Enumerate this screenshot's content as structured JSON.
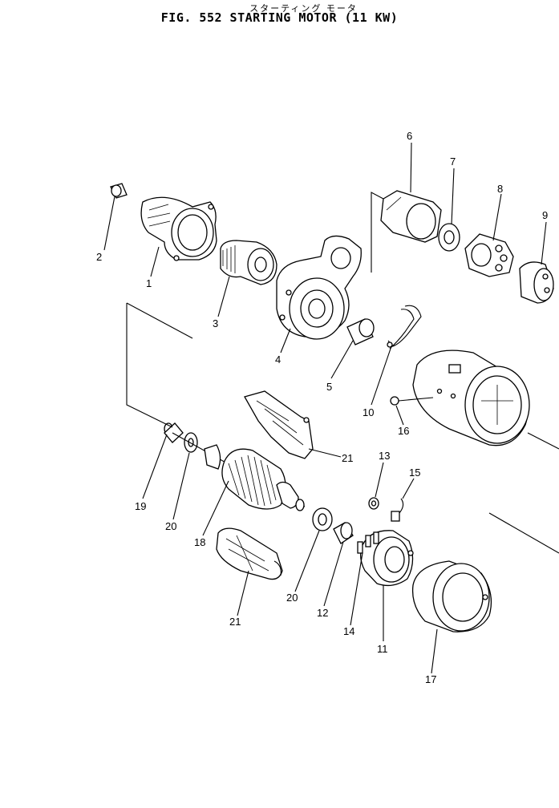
{
  "header": {
    "title_jp": "スターティング モータ",
    "title": "FIG. 552  STARTING  MOTOR (11 KW)"
  },
  "callouts": {
    "c1": "1",
    "c2": "2",
    "c3": "3",
    "c4": "4",
    "c5": "5",
    "c6": "6",
    "c7": "7",
    "c8": "8",
    "c9": "9",
    "c10": "10",
    "c11": "11",
    "c12": "12",
    "c13": "13",
    "c14": "14",
    "c15": "15",
    "c16": "16",
    "c17": "17",
    "c18": "18",
    "c19": "19",
    "c20a": "20",
    "c20b": "20",
    "c21a": "21",
    "c21b": "21"
  }
}
